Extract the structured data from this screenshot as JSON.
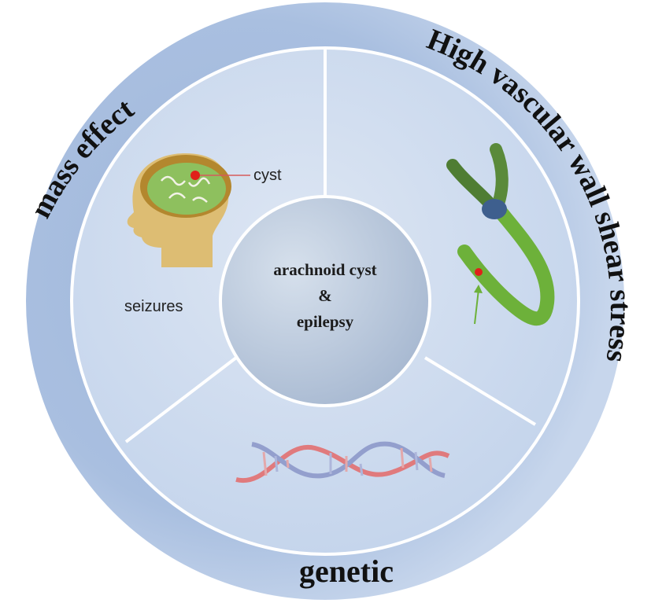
{
  "center": {
    "line1": "arachnoid  cyst",
    "line2": "&",
    "line3": "epilepsy"
  },
  "outer_ring": {
    "left_label": "mass effect",
    "right_label": "High vascular wall shear stress",
    "bottom_label": "genetic"
  },
  "brain_panel": {
    "cyst_label": "cyst",
    "seizures_label": "seizures"
  },
  "colors": {
    "outer_ring": "#a7bcdc",
    "inner_panel": "#d3dff0",
    "center_disc": "#b6c6dc",
    "divider": "#ffffff",
    "vessel": "#6db13a",
    "vessel_dark": "#4f7d33",
    "cyst_dot": "#e0201a",
    "head": "#ddbd73",
    "brain": "#8ec05e",
    "dna_red": "#e46a6a",
    "dna_blue": "#8a95c8"
  }
}
